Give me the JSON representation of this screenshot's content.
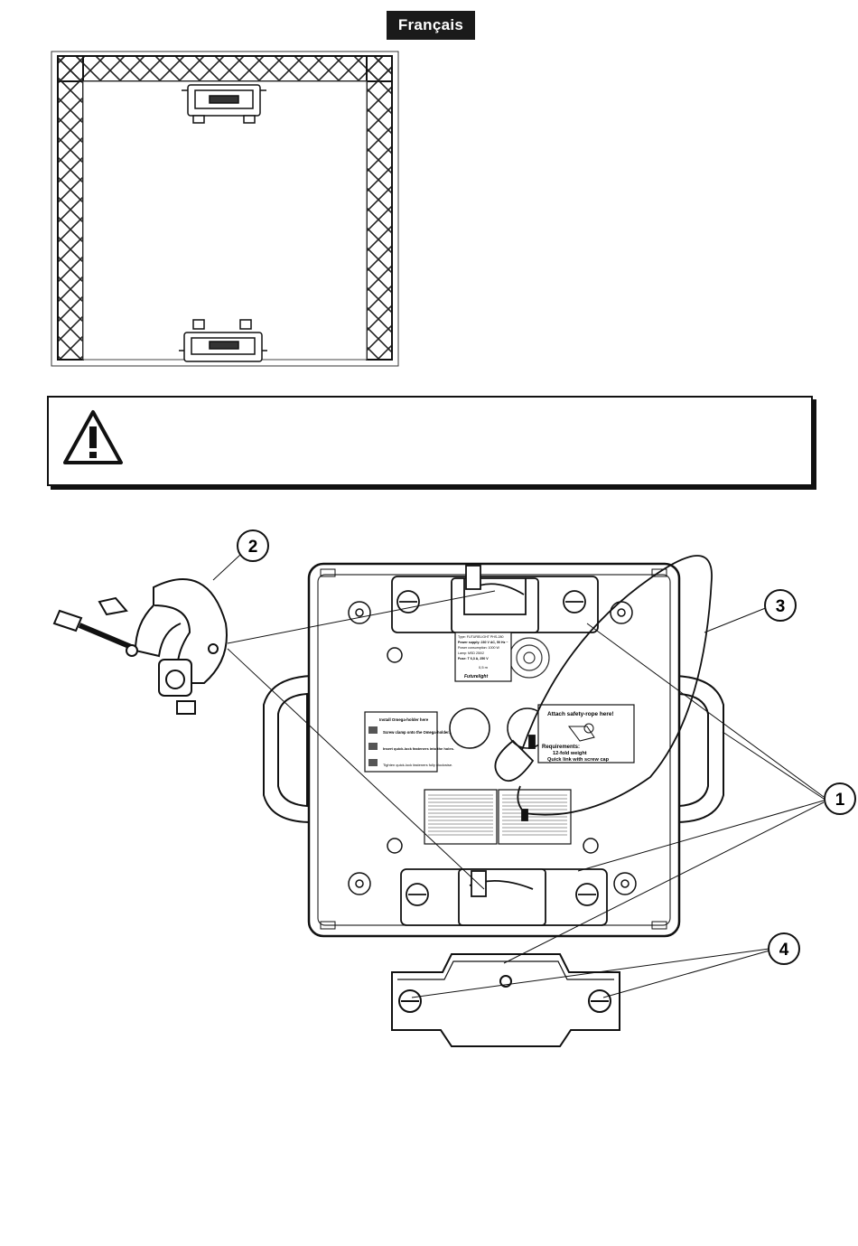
{
  "header": {
    "language_badge": "Français"
  },
  "warning": {
    "icon": "warning-triangle-icon",
    "text": ""
  },
  "device_labels": {
    "type": "Type: FUTURELIGHT PHS-280",
    "power": "Power supply: 230 V AC, 50 Hz ~",
    "consumption": "Power consumption: 1000 W",
    "lamp": "Lamp: MSD 250/2",
    "fuse": "Fuse: T 6,3 A, 250 V",
    "distance": "0,5 m",
    "brand": "Futurelight",
    "omega_title": "Install Omega-holder here",
    "omega_step1": "Screw clamp onto the Omega-holder.",
    "omega_step2": "Insert quick-lock fasteners into the holes.",
    "omega_step3": "Tighten quick-lock fasteners fully clockwise.",
    "safety_title": "Attach safety-rope here!",
    "req_title": "Requirements:",
    "req_1": "12-fold weight",
    "req_2": "Quick link with screw cap"
  },
  "callouts": {
    "c1": "1",
    "c2": "2",
    "c3": "3",
    "c4": "4"
  }
}
